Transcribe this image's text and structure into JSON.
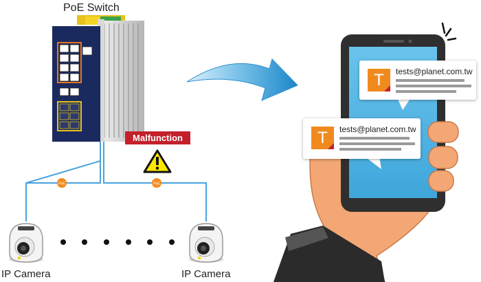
{
  "title": "PoE Switch",
  "malfunction_label": "Malfunction",
  "poe_badge": "PoE",
  "camera_label": "IP Camera",
  "notifications": [
    {
      "avatar": "T",
      "email": "tests@planet.com.tw"
    },
    {
      "avatar": "T",
      "email": "tests@planet.com.tw"
    }
  ],
  "icons": [
    "poe-switch-icon",
    "warning-icon",
    "ip-camera-icon",
    "arrow-icon",
    "smartphone-icon",
    "hand-icon"
  ],
  "colors": {
    "malfunction": "#c3202c",
    "connection": "#4aa3df",
    "poe_badge": "#f28c1e",
    "avatar": "#f08a1e",
    "warning": "#ffe600"
  }
}
